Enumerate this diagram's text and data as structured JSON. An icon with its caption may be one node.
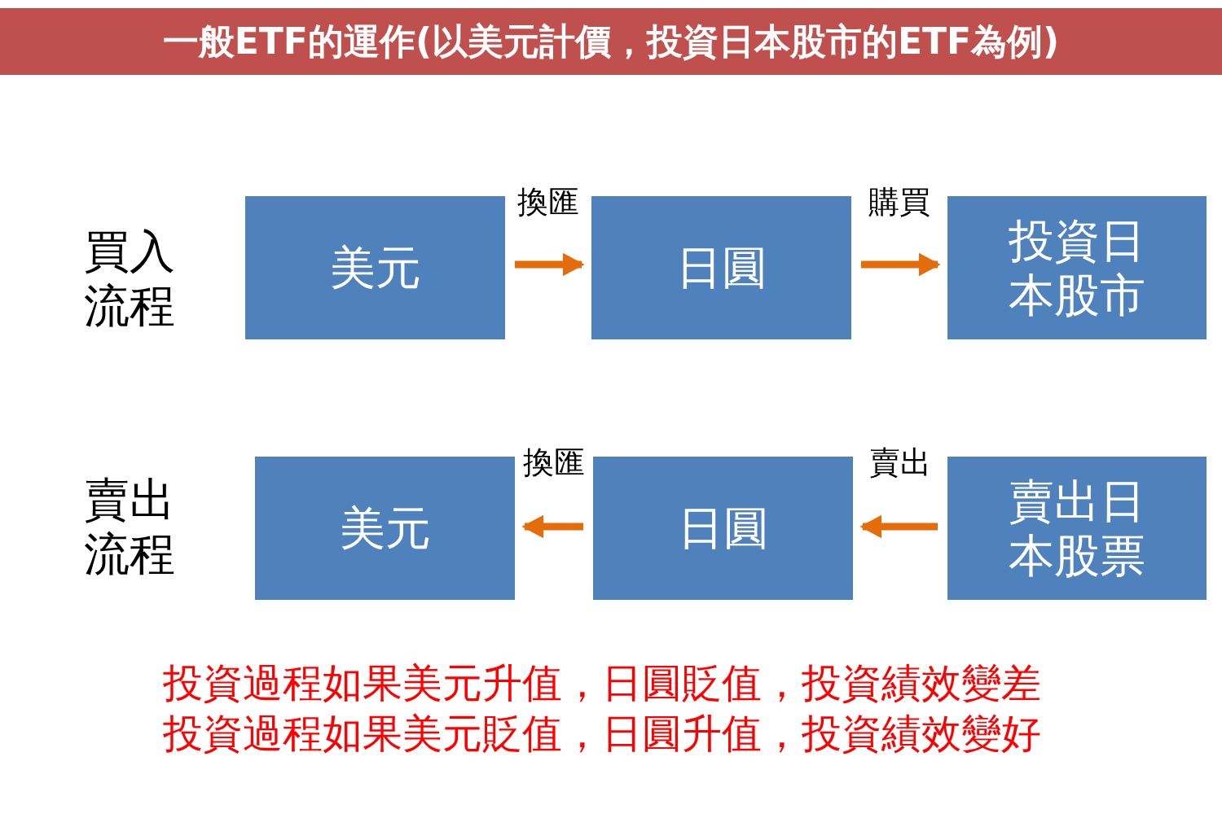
{
  "diagram": {
    "title": "一般ETF的運作(以美元計價，投資日本股市的ETF為例)",
    "nodes": [
      {
        "text": [
          "美元"
        ]
      },
      {
        "text": [
          "日圓"
        ]
      },
      {
        "text": [
          "投資日本股市"
        ]
      },
      {
        "text": [
          "美元"
        ]
      },
      {
        "text": [
          "日圓"
        ]
      },
      {
        "text": [
          "賣出日本股票"
        ]
      }
    ],
    "edges": [
      {
        "from": 0,
        "to": 1,
        "arrow": "to",
        "label": "換匯"
      },
      {
        "from": 1,
        "to": 2,
        "arrow": "to",
        "label": "購買"
      },
      {
        "from": 4,
        "to": 3,
        "arrow": "to",
        "label": "換匯"
      },
      {
        "from": 5,
        "to": 4,
        "arrow": "to",
        "label": "賣出"
      }
    ],
    "labels": [
      "買入流程",
      "賣出流程",
      "投資過程如果美元升值，日圓貶值，投資績效變差",
      "投資過程如果美元貶值，日圓升值，投資績效變好"
    ]
  }
}
